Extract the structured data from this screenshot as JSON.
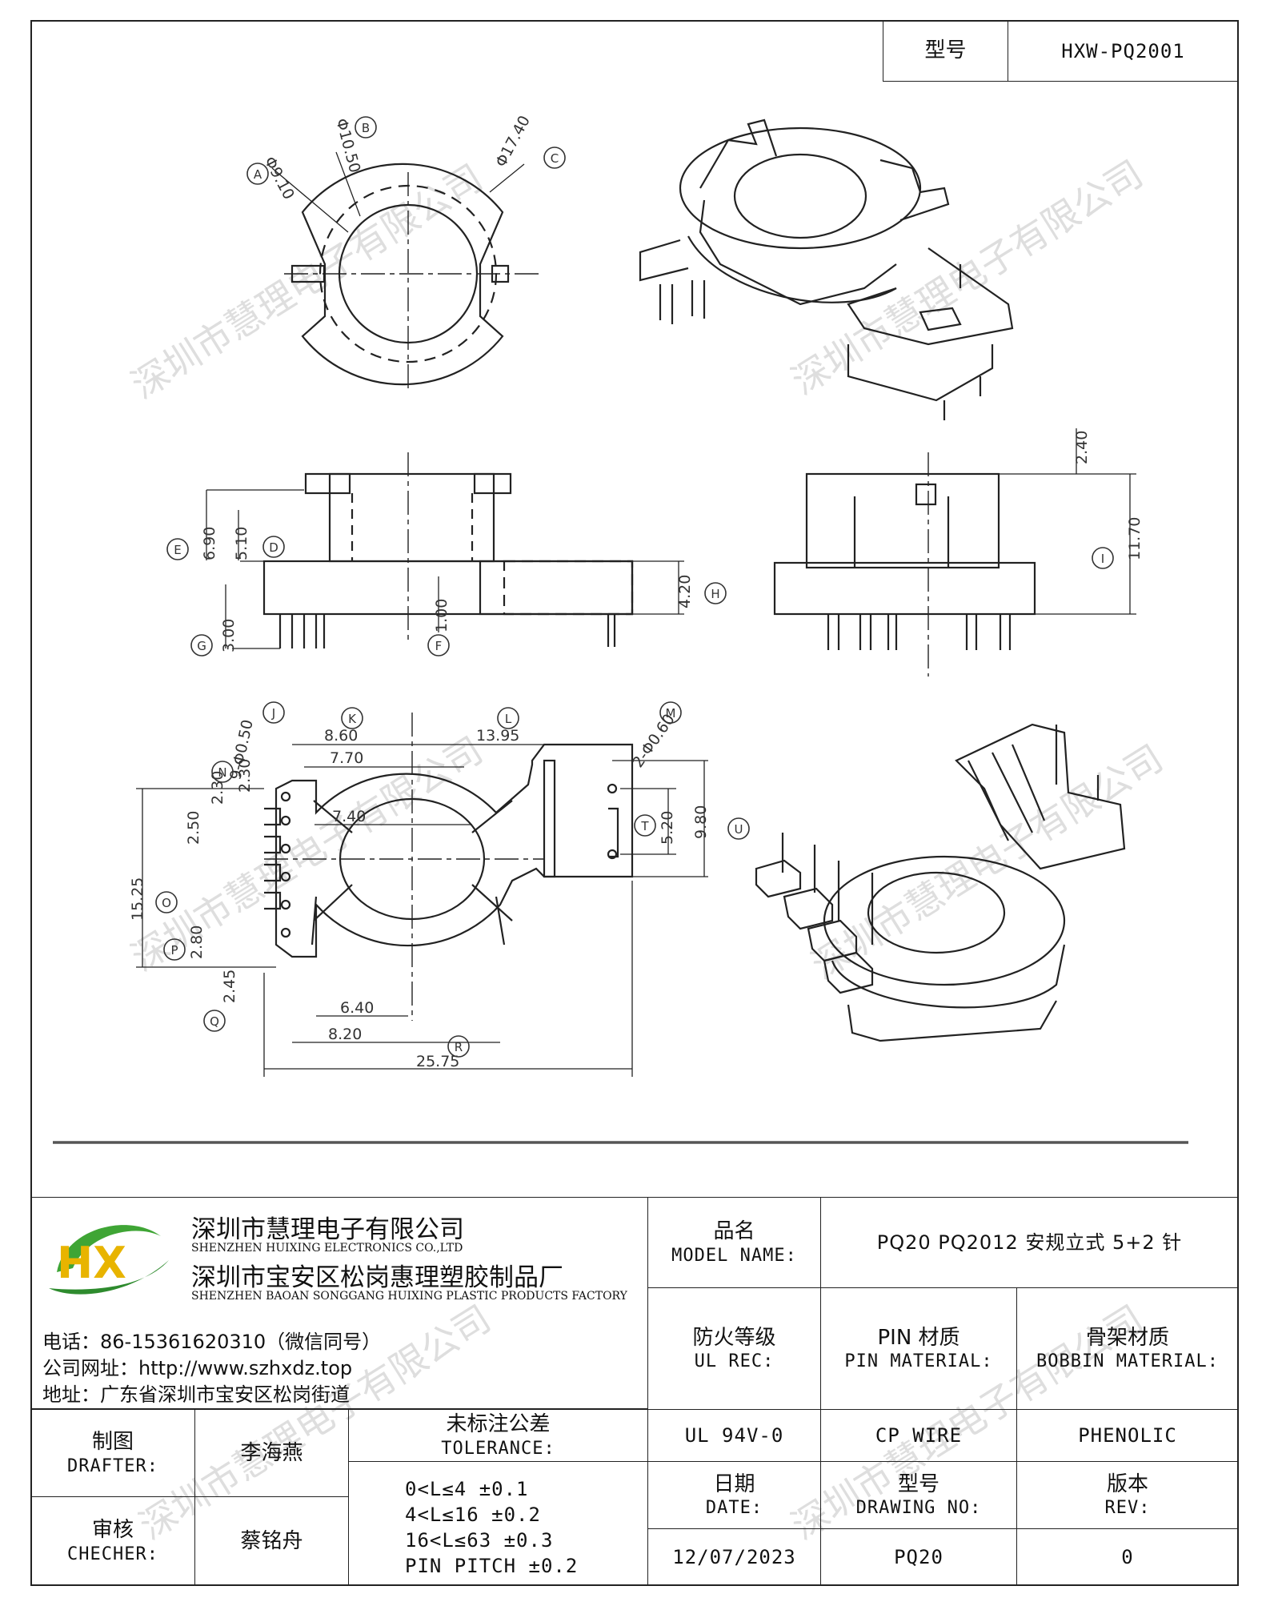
{
  "header": {
    "type_label": "型号",
    "type_value": "HXW-PQ2001"
  },
  "drawing": {
    "top_labels": {
      "A": "A",
      "B": "B",
      "C": "C"
    },
    "top_dims": {
      "A": "Φ9.10",
      "B": "Φ10.50",
      "C": "Φ17.40"
    },
    "side_labels": {
      "E": "E",
      "D": "D",
      "G": "G",
      "F": "F",
      "H": "H",
      "I": "I"
    },
    "side_dims": {
      "E": "6.90",
      "D": "5.10",
      "G": "3.00",
      "F": "1.00",
      "H": "4.20",
      "I_top": "2.40",
      "I": "11.70"
    },
    "bottom_labels": {
      "J": "J",
      "K": "K",
      "L": "L",
      "M": "M",
      "N": "N",
      "O": "O",
      "P": "P",
      "Q": "Q",
      "R": "R",
      "T": "T",
      "U": "U"
    },
    "bottom_dims": {
      "J": "9-Φ0.50",
      "K": "8.60",
      "L": "13.95",
      "M": "2-Φ0.60",
      "N": "2.30",
      "d770": "7.70",
      "d740": "7.40",
      "d250": "2.50",
      "O": "15.25",
      "P": "2.80",
      "Q": "2.45",
      "d640": "6.40",
      "d820": "8.20",
      "R": "25.75",
      "T": "5.20",
      "U": "9.80",
      "d230": "2.30"
    }
  },
  "watermark": "深圳市慧理电子有限公司",
  "company": {
    "name_cn": "深圳市慧理电子有限公司",
    "name_en": "SHENZHEN HUIXING ELECTRONICS CO.,LTD",
    "factory_cn": "深圳市宝安区松岗惠理塑胶制品厂",
    "factory_en": "SHENZHEN BAOAN SONGGANG HUIXING PLASTIC PRODUCTS FACTORY",
    "phone": "电话：86-15361620310（微信同号）",
    "website": "公司网址：http://www.szhxdz.top",
    "address": "地址：广东省深圳市宝安区松岗街道",
    "logo_text": "HX"
  },
  "model": {
    "label_cn": "品名",
    "label_en": "MODEL NAME:",
    "value": "PQ20 PQ2012 安规立式 5+2 针"
  },
  "fire": {
    "label_cn": "防火等级",
    "label_en": "UL REC:",
    "value": "UL 94V-0"
  },
  "pin_material": {
    "label_cn": "PIN 材质",
    "label_en": "PIN MATERIAL:",
    "value": "CP WIRE"
  },
  "bobbin_material": {
    "label_cn": "骨架材质",
    "label_en": "BOBBIN MATERIAL:",
    "value": "PHENOLIC"
  },
  "drafter": {
    "label_cn": "制图",
    "label_en": "DRAFTER:",
    "value": "李海燕"
  },
  "checker": {
    "label_cn": "审核",
    "label_en": "CHECHER:",
    "value": "蔡铭舟"
  },
  "tolerance": {
    "label_cn": "未标注公差",
    "label_en": "TOLERANCE:",
    "lines": [
      "0<L≤4  ±0.1",
      "4<L≤16 ±0.2",
      "16<L≤63 ±0.3",
      "PIN PITCH ±0.2"
    ]
  },
  "date": {
    "label_cn": "日期",
    "label_en": "DATE:",
    "value": "12/07/2023"
  },
  "drawing_no": {
    "label_cn": "型号",
    "label_en": "DRAWING NO:",
    "value": "PQ20"
  },
  "rev": {
    "label_cn": "版本",
    "label_en": "REV:",
    "value": "0"
  }
}
